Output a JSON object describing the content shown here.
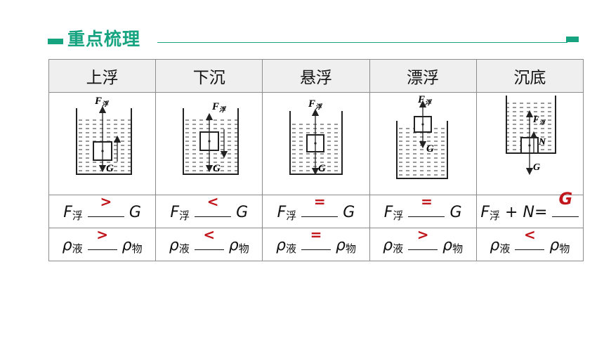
{
  "header": {
    "title": "重点梳理"
  },
  "table": {
    "columns": [
      "上浮",
      "下沉",
      "悬浮",
      "漂浮",
      "沉底"
    ],
    "diagram_labels": {
      "buoyancy": "F",
      "buoyancy_sub": "浮",
      "gravity": "G",
      "support": "N"
    },
    "force_row": {
      "lhs": "F",
      "lhs_sub": "浮",
      "rhs": "G",
      "answers": [
        ">",
        "<",
        "=",
        "=",
        "G"
      ],
      "last_lhs_extra": "+",
      "last_lhs_N": "N",
      "last_eq": "="
    },
    "density_row": {
      "rho": "ρ",
      "liquid_sub": "液",
      "object_sub": "物",
      "answers": [
        ">",
        "<",
        "=",
        ">",
        "<"
      ]
    }
  },
  "colors": {
    "accent": "#16a37f",
    "answer": "#c0161c"
  }
}
